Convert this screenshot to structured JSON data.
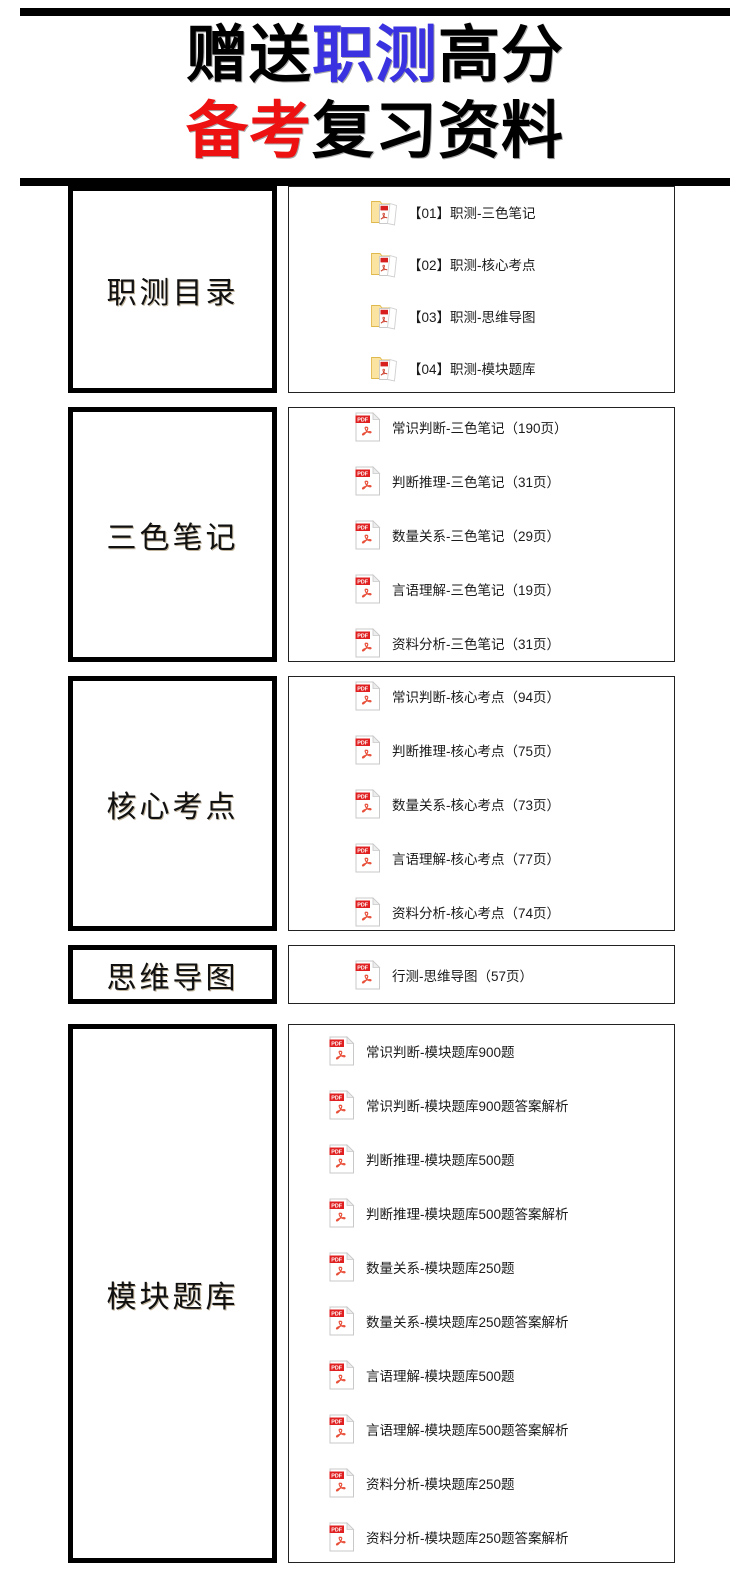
{
  "header": {
    "line1_part1": "赠送",
    "line1_part2": "职测",
    "line1_part3": "高分",
    "line2_part1": "备考",
    "line2_part2": "复习资料",
    "accent_blue": "#3A32E0",
    "accent_red": "#EE1111",
    "rule_color": "#000000"
  },
  "sections": [
    {
      "label": "职测目录",
      "icon": "folder-pdf-icon",
      "items": [
        {
          "name": "【01】职测-三色笔记"
        },
        {
          "name": "【02】职测-核心考点"
        },
        {
          "name": "【03】职测-思维导图"
        },
        {
          "name": "【04】职测-模块题库"
        }
      ]
    },
    {
      "label": "三色笔记",
      "icon": "pdf-file-icon",
      "items": [
        {
          "name": "常识判断-三色笔记（190页）"
        },
        {
          "name": "判断推理-三色笔记（31页）"
        },
        {
          "name": "数量关系-三色笔记（29页）"
        },
        {
          "name": "言语理解-三色笔记（19页）"
        },
        {
          "name": "资料分析-三色笔记（31页）"
        }
      ]
    },
    {
      "label": "核心考点",
      "icon": "pdf-file-icon",
      "items": [
        {
          "name": "常识判断-核心考点（94页）"
        },
        {
          "name": "判断推理-核心考点（75页）"
        },
        {
          "name": "数量关系-核心考点（73页）"
        },
        {
          "name": "言语理解-核心考点（77页）"
        },
        {
          "name": "资料分析-核心考点（74页）"
        }
      ]
    },
    {
      "label": "思维导图",
      "icon": "pdf-file-icon",
      "items": [
        {
          "name": "行测-思维导图（57页）"
        }
      ]
    },
    {
      "label": "模块题库",
      "icon": "pdf-file-icon",
      "items": [
        {
          "name": "常识判断-模块题库900题"
        },
        {
          "name": "常识判断-模块题库900题答案解析"
        },
        {
          "name": "判断推理-模块题库500题"
        },
        {
          "name": "判断推理-模块题库500题答案解析"
        },
        {
          "name": "数量关系-模块题库250题"
        },
        {
          "name": "数量关系-模块题库250题答案解析"
        },
        {
          "name": "言语理解-模块题库500题"
        },
        {
          "name": "言语理解-模块题库500题答案解析"
        },
        {
          "name": "资料分析-模块题库250题"
        },
        {
          "name": "资料分析-模块题库250题答案解析"
        }
      ]
    }
  ]
}
